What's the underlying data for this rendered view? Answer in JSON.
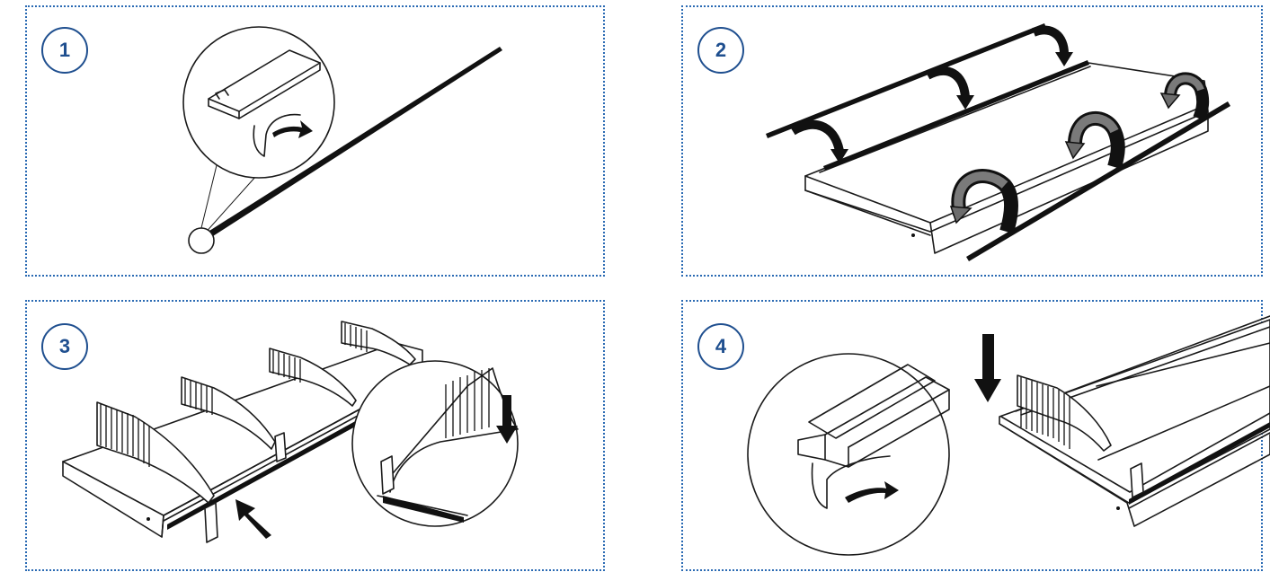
{
  "steps": [
    {
      "number": "1",
      "illustration": "strip-with-adhesive-detail"
    },
    {
      "number": "2",
      "illustration": "attach-rails-to-shelf"
    },
    {
      "number": "3",
      "illustration": "slide-dividers-onto-rail"
    },
    {
      "number": "4",
      "illustration": "press-rail-onto-shelf-front"
    }
  ],
  "colors": {
    "frame": "#2a6ab3",
    "badge": "#1f4f8f",
    "ink": "#1a1a1a",
    "arrow_grey": "#6d6d6d"
  }
}
